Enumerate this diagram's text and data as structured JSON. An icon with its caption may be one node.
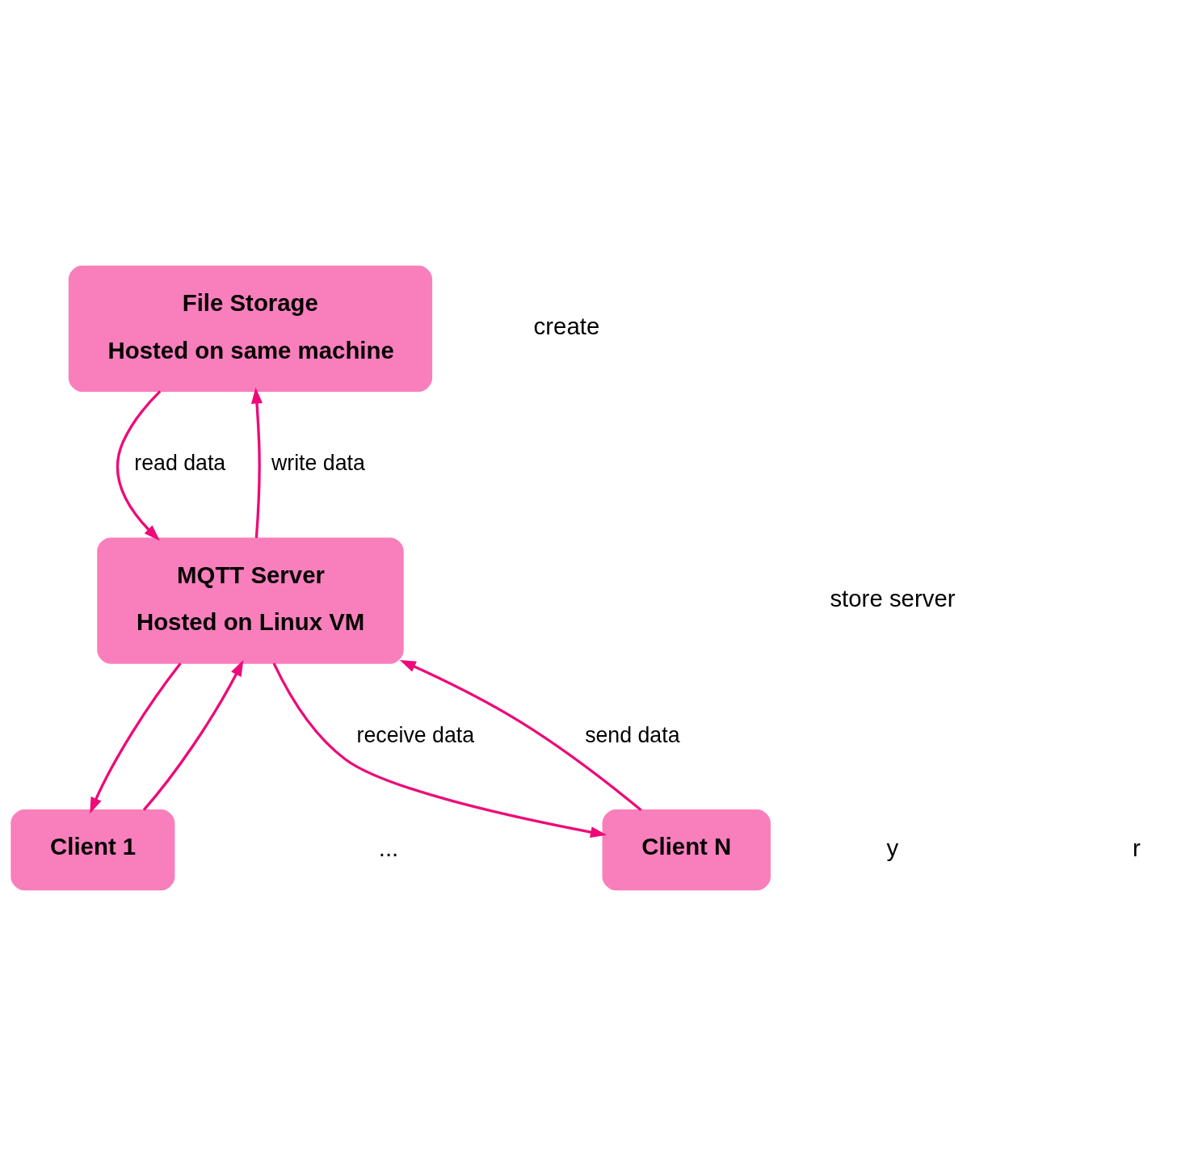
{
  "diagram": {
    "nodes": [
      {
        "text": [
          "File Storage",
          "Hosted on same machine"
        ]
      },
      {
        "text": [
          "MQTT Server",
          "Hosted on Linux VM"
        ]
      },
      {
        "text": [
          "Client 1"
        ]
      },
      {
        "text": [
          "Client N"
        ]
      }
    ],
    "edges": [
      {
        "from": 1,
        "to": 0,
        "arrow": "to",
        "label": "write data"
      },
      {
        "from": 0,
        "to": 1,
        "arrow": "to",
        "label": "read data"
      },
      {
        "from": 1,
        "to": 2,
        "arrow": "to"
      },
      {
        "from": 2,
        "to": 1,
        "arrow": "to"
      },
      {
        "from": 3,
        "to": 1,
        "arrow": "to",
        "label": "send data"
      },
      {
        "from": 1,
        "to": 3,
        "arrow": "to",
        "label": "receive data"
      }
    ],
    "labels": [
      "create",
      "store server",
      "y",
      "r",
      "..."
    ]
  }
}
